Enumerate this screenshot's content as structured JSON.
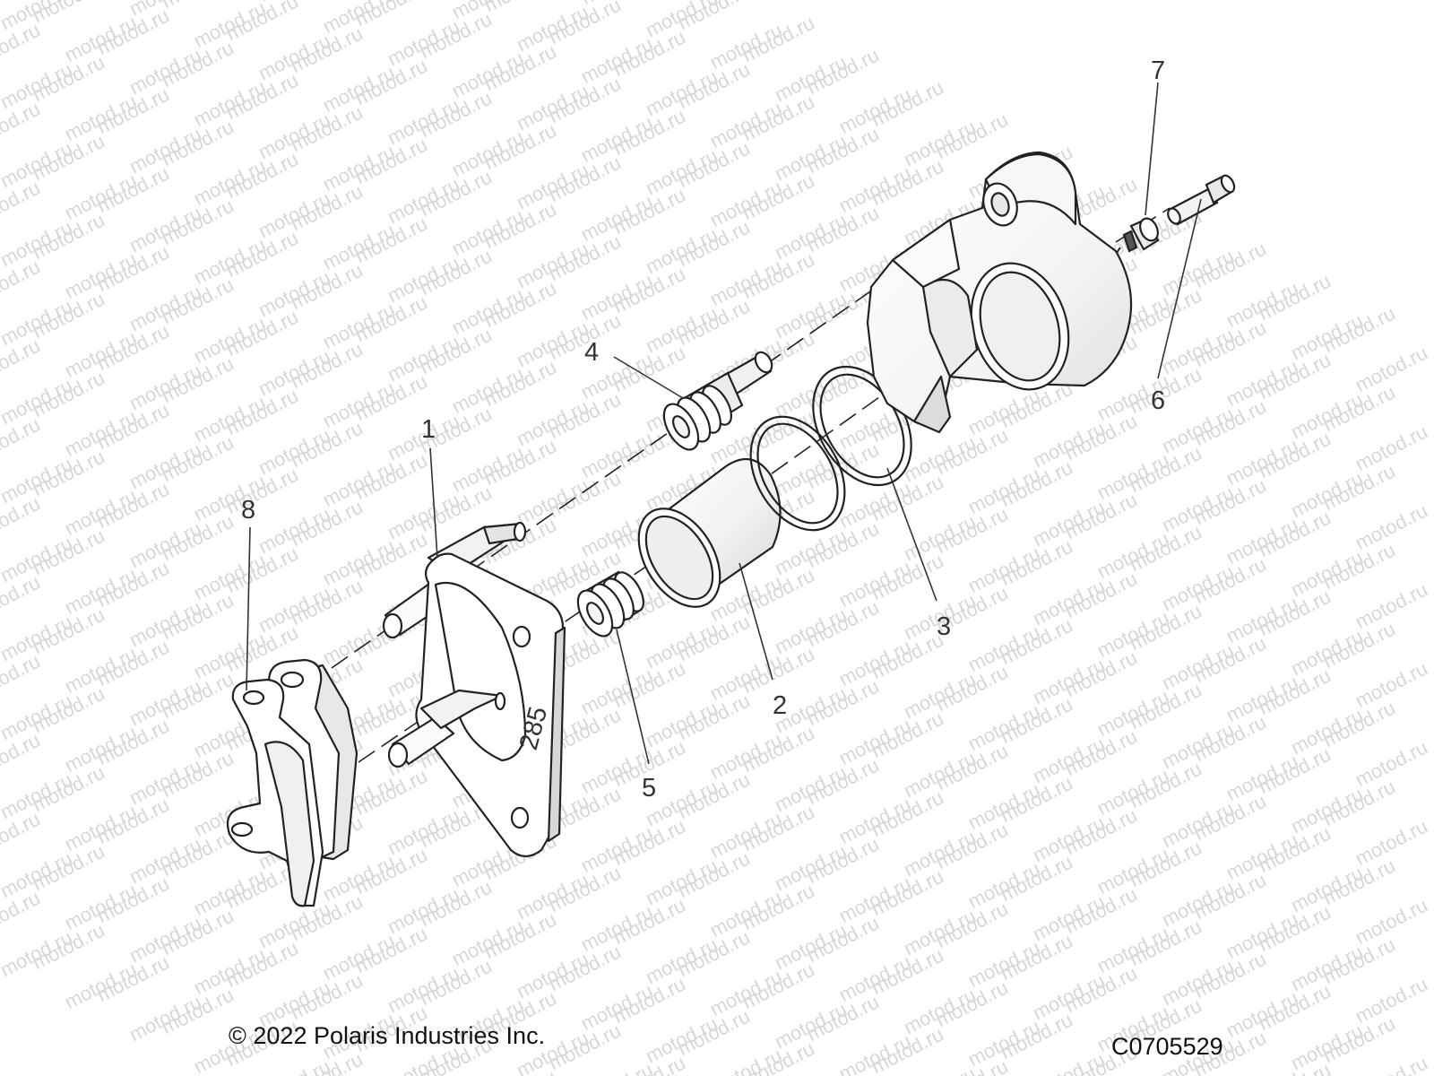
{
  "watermark": {
    "text": "motod.ru"
  },
  "callouts": [
    {
      "id": "1",
      "label": "1"
    },
    {
      "id": "2",
      "label": "2"
    },
    {
      "id": "3",
      "label": "3"
    },
    {
      "id": "4",
      "label": "4"
    },
    {
      "id": "5",
      "label": "5"
    },
    {
      "id": "6",
      "label": "6"
    },
    {
      "id": "7",
      "label": "7"
    },
    {
      "id": "8",
      "label": "8"
    }
  ],
  "bracket_marking": "285",
  "footer": {
    "copyright": "© 2022 Polaris Industries Inc.",
    "figure_code": "C0705529"
  },
  "colors": {
    "line": "#222222",
    "part_fill": "#ffffff",
    "shade": "#e6e6e6",
    "watermark": "#d7d7d7"
  }
}
